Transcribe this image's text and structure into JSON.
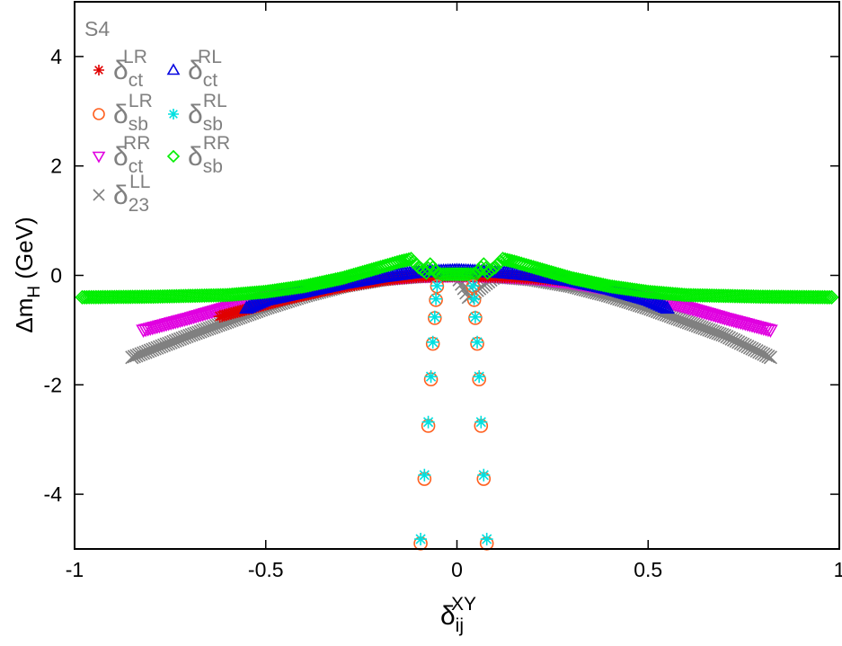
{
  "chart_data": {
    "type": "scatter",
    "annotation": "S4",
    "xlabel": {
      "base": "δ",
      "sub": "ij",
      "sup": "XY"
    },
    "ylabel": {
      "prefix": "Δm",
      "sub": "H",
      "suffix": " (GeV)"
    },
    "xlim": [
      -1,
      1
    ],
    "ylim": [
      -5,
      5
    ],
    "xticks": [
      -1,
      -0.5,
      0,
      0.5,
      1
    ],
    "yticks": [
      -4,
      -2,
      0,
      2,
      4
    ],
    "xtick_labels": [
      "-1",
      "-0.5",
      "0",
      "0.5",
      "1"
    ],
    "ytick_labels": [
      "-4",
      "-2",
      "0",
      "2",
      "4"
    ],
    "grid": false,
    "legend_position": "top-left",
    "series": [
      {
        "key": "ct_LR",
        "label": {
          "base": "δ",
          "sub": "ct",
          "sup": "LR"
        },
        "marker": "star",
        "color": "#e00000",
        "x": [
          -0.62,
          -0.55,
          -0.5,
          -0.45,
          -0.4,
          -0.35,
          -0.3,
          -0.25,
          -0.2,
          -0.15,
          -0.1,
          -0.05,
          0.0,
          0.05,
          0.1,
          0.15,
          0.2,
          0.25,
          0.3
        ],
        "y": [
          -0.75,
          -0.62,
          -0.53,
          -0.44,
          -0.36,
          -0.28,
          -0.21,
          -0.15,
          -0.09,
          -0.05,
          -0.02,
          -0.01,
          0.0,
          -0.01,
          -0.02,
          -0.03,
          -0.05,
          -0.07,
          -0.1
        ]
      },
      {
        "key": "ct_RL",
        "label": {
          "base": "δ",
          "sub": "ct",
          "sup": "RL"
        },
        "marker": "triangle-up",
        "color": "#0000e0",
        "x": [
          -0.55,
          -0.5,
          -0.4,
          -0.3,
          -0.2,
          -0.1,
          0.0,
          0.1,
          0.2,
          0.3,
          0.4,
          0.5,
          0.55
        ],
        "y": [
          -0.6,
          -0.45,
          -0.3,
          -0.15,
          -0.03,
          0.06,
          0.09,
          0.06,
          0.0,
          -0.1,
          -0.25,
          -0.45,
          -0.6
        ]
      },
      {
        "key": "sb_LR",
        "label": {
          "base": "δ",
          "sub": "sb",
          "sup": "LR"
        },
        "marker": "circle",
        "color": "#ff6020",
        "x": [
          -0.095,
          -0.085,
          -0.075,
          -0.068,
          -0.063,
          -0.058,
          -0.055,
          -0.052,
          0.042,
          0.045,
          0.048,
          0.053,
          0.058,
          0.063,
          0.07,
          0.078
        ],
        "y": [
          -4.9,
          -3.72,
          -2.75,
          -1.9,
          -1.25,
          -0.78,
          -0.45,
          -0.2,
          -0.2,
          -0.45,
          -0.78,
          -1.25,
          -1.9,
          -2.75,
          -3.72,
          -4.9
        ]
      },
      {
        "key": "sb_RL",
        "label": {
          "base": "δ",
          "sub": "sb",
          "sup": "RL"
        },
        "marker": "star",
        "color": "#00e0e0",
        "x": [
          -0.095,
          -0.085,
          -0.075,
          -0.068,
          -0.063,
          -0.058,
          -0.055,
          -0.052,
          0.042,
          0.045,
          0.048,
          0.053,
          0.058,
          0.063,
          0.07,
          0.078
        ],
        "y": [
          -4.82,
          -3.65,
          -2.68,
          -1.85,
          -1.22,
          -0.76,
          -0.43,
          -0.19,
          -0.19,
          -0.43,
          -0.76,
          -1.22,
          -1.85,
          -2.68,
          -3.65,
          -4.82
        ]
      },
      {
        "key": "ct_RR",
        "label": {
          "base": "δ",
          "sub": "ct",
          "sup": "RR"
        },
        "marker": "triangle-down",
        "color": "#e000e0",
        "x": [
          -0.82,
          -0.7,
          -0.6,
          -0.5,
          -0.4,
          -0.3,
          -0.2,
          -0.1,
          0.0,
          0.1,
          0.2,
          0.3,
          0.4,
          0.5,
          0.6,
          0.7,
          0.82
        ],
        "y": [
          -1.0,
          -0.78,
          -0.58,
          -0.4,
          -0.25,
          -0.13,
          -0.05,
          -0.01,
          0.0,
          -0.01,
          -0.05,
          -0.13,
          -0.25,
          -0.4,
          -0.58,
          -0.78,
          -1.0
        ]
      },
      {
        "key": "sb_RR",
        "label": {
          "base": "δ",
          "sub": "sb",
          "sup": "RR"
        },
        "marker": "diamond",
        "color": "#00ee00",
        "x": [
          -0.98,
          -0.8,
          -0.6,
          -0.5,
          -0.4,
          -0.3,
          -0.2,
          -0.15,
          -0.12,
          -0.1,
          -0.08,
          -0.07,
          -0.05,
          -0.03,
          0.0,
          0.03,
          0.05,
          0.07,
          0.08,
          0.1,
          0.12,
          0.15,
          0.2,
          0.3,
          0.4,
          0.5,
          0.6,
          0.8,
          0.98
        ],
        "y": [
          -0.4,
          -0.39,
          -0.36,
          -0.3,
          -0.2,
          -0.05,
          0.15,
          0.25,
          0.3,
          0.15,
          0.05,
          0.2,
          0.02,
          0.02,
          0.02,
          0.02,
          0.02,
          0.2,
          0.05,
          0.15,
          0.3,
          0.25,
          0.15,
          -0.05,
          -0.2,
          -0.3,
          -0.36,
          -0.39,
          -0.4
        ]
      },
      {
        "key": "23_LL",
        "label": {
          "base": "δ",
          "sub": "23",
          "sup": "LL"
        },
        "marker": "x",
        "color": "#808080",
        "x": [
          -0.85,
          -0.7,
          -0.6,
          -0.5,
          -0.4,
          -0.3,
          -0.2,
          -0.1,
          0.0,
          0.03,
          0.1,
          0.2,
          0.3,
          0.4,
          0.5,
          0.6,
          0.7,
          0.82
        ],
        "y": [
          -1.5,
          -1.1,
          -0.85,
          -0.6,
          -0.38,
          -0.2,
          -0.08,
          -0.02,
          0.0,
          -0.4,
          -0.02,
          -0.08,
          -0.2,
          -0.38,
          -0.6,
          -0.85,
          -1.1,
          -1.5
        ]
      }
    ]
  }
}
